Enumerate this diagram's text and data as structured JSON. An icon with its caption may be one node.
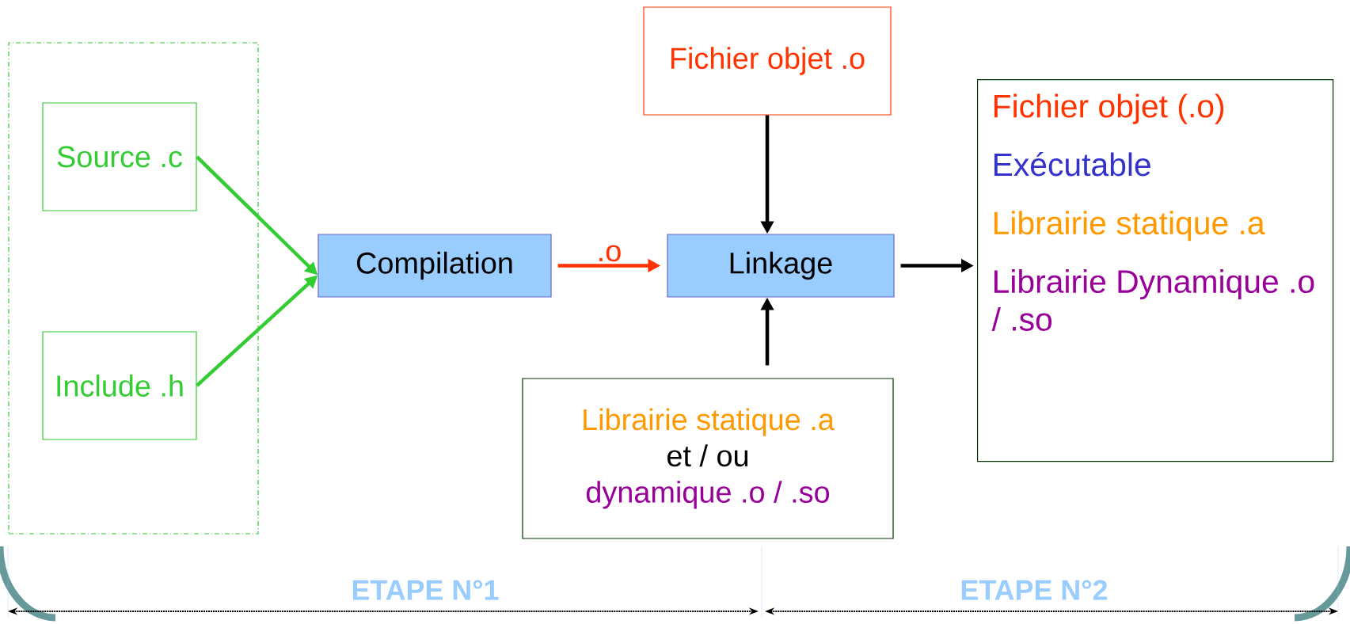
{
  "diagram": {
    "nodes": [
      {
        "text": [],
        "shape": "box"
      },
      {
        "text": [
          "Source .c"
        ],
        "in": 0
      },
      {
        "text": [
          "Include .h"
        ],
        "in": 0
      },
      {
        "text": [
          "Compilation"
        ]
      },
      {
        "text": [
          "Fichier objet .o"
        ]
      },
      {
        "text": [
          "Linkage"
        ]
      },
      {
        "text": [
          "Librairie statique .a",
          "et / ou",
          "dynamique .o / .so"
        ]
      },
      {
        "text": [
          "Fichier objet (.o)",
          "Exécutable",
          "Librairie statique .a",
          "Librairie Dynamique .o / .so"
        ]
      }
    ],
    "edges": [
      {
        "from": 1,
        "to": 3,
        "arrow": "to",
        "color": "#33cc33"
      },
      {
        "from": 2,
        "to": 3,
        "arrow": "to",
        "color": "#33cc33"
      },
      {
        "from": 3,
        "to": 5,
        "arrow": "to",
        "label": ".o",
        "color": "#ff3300"
      },
      {
        "from": 4,
        "to": 5,
        "arrow": "to"
      },
      {
        "from": 6,
        "to": 5,
        "arrow": "to"
      },
      {
        "from": 5,
        "to": 7,
        "arrow": "to"
      }
    ],
    "labels": [
      "ETAPE N°1",
      "ETAPE N°2"
    ]
  }
}
